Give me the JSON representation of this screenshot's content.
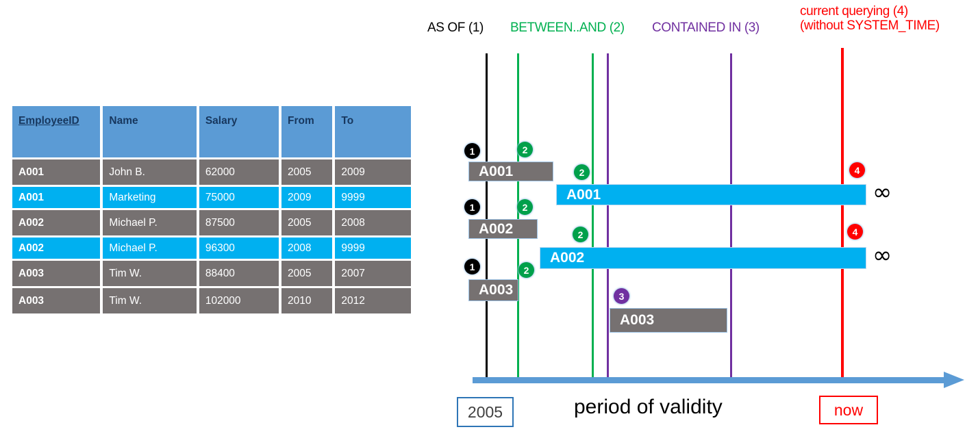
{
  "table": {
    "columns": [
      "EmployeeID",
      "Name",
      "Salary",
      "From",
      "To"
    ],
    "rows": [
      {
        "style": "gray",
        "id": "A001",
        "name": "John  B.",
        "salary": "62000",
        "from": "2005",
        "to": "2009"
      },
      {
        "style": "blue",
        "id": "A001",
        "name": "Marketing",
        "salary": "75000",
        "from": "2009",
        "to": "9999"
      },
      {
        "style": "gray",
        "id": "A002",
        "name": "Michael P.",
        "salary": "87500",
        "from": "2005",
        "to": "2008"
      },
      {
        "style": "blue",
        "id": "A002",
        "name": "Michael P.",
        "salary": "96300",
        "from": "2008",
        "to": "9999"
      },
      {
        "style": "gray",
        "id": "A003",
        "name": "Tim W.",
        "salary": "88400",
        "from": "2005",
        "to": "2007"
      },
      {
        "style": "gray",
        "id": "A003",
        "name": "Tim W.",
        "salary": "102000",
        "from": "2010",
        "to": "2012"
      }
    ]
  },
  "diagram": {
    "legend": {
      "as_of": "AS OF (1)",
      "between_and": "BETWEEN..AND (2)",
      "contained_in": "CONTAINED IN (3)",
      "current_line1": "current querying (4)",
      "current_line2": "(without SYSTEM_TIME)"
    },
    "colors": {
      "as_of": "#000000",
      "between_and": "#00B050",
      "contained_in": "#7030A0",
      "current": "#FF0000",
      "bar_history": "#767171",
      "bar_current": "#00B0F0",
      "axis": "#5B9BD5",
      "table_header": "#5B9BD5"
    },
    "bars": [
      {
        "label": "A001",
        "kind": "history"
      },
      {
        "label": "A001",
        "kind": "current"
      },
      {
        "label": "A002",
        "kind": "history"
      },
      {
        "label": "A002",
        "kind": "current"
      },
      {
        "label": "A003",
        "kind": "history"
      },
      {
        "label": "A003",
        "kind": "history"
      }
    ],
    "badges": [
      "1",
      "2",
      "2",
      "1",
      "2",
      "2",
      "1",
      "2",
      "3",
      "4",
      "4"
    ],
    "infinity_symbol": "∞",
    "axis": {
      "start_label": "2005",
      "end_label": "now",
      "caption": "period of validity"
    }
  }
}
